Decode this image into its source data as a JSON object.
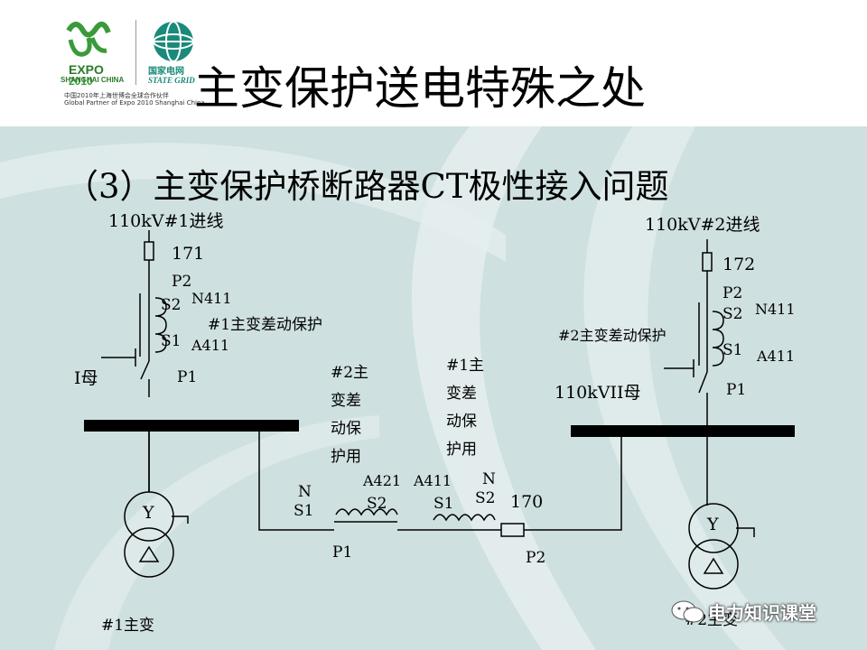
{
  "header": {
    "title": "主变保护送电特殊之处",
    "expo_text_1": "EXPO",
    "expo_text_2": "2010",
    "expo_text_3": "SHANGHAI CHINA",
    "stategrid_cn": "国家电网",
    "stategrid_en": "STATE GRID",
    "tagline_cn": "中国2010年上海世博会全球合作伙伴",
    "tagline_en": "Global Partner of Expo 2010 Shanghai China"
  },
  "subtitle": "（3）主变保护桥断路器CT极性接入问题",
  "diagram": {
    "left": {
      "incoming_line": "110kV#1进线",
      "switch": "171",
      "p2": "P2",
      "s2": "S2",
      "n411": "N411",
      "protection": "#1主变差动保护",
      "s1": "S1",
      "a411": "A411",
      "bus": "I母",
      "p1": "P1",
      "transformer": "#1主变"
    },
    "right": {
      "incoming_line": "110kV#2进线",
      "switch": "172",
      "p2": "P2",
      "s2": "S2",
      "n411": "N411",
      "protection": "#2主变差动保护",
      "s1": "S1",
      "a411": "A411",
      "bus": "110kVII母",
      "p1": "P1",
      "transformer": "#2主变"
    },
    "bridge": {
      "prot2_lines": [
        "#2主",
        "变差",
        "动保",
        "护用"
      ],
      "prot1_lines": [
        "#1主",
        "变差",
        "动保",
        "护用"
      ],
      "n_left": "N",
      "s1_left": "S1",
      "a421": "A421",
      "s2_left": "S2",
      "a411": "A411",
      "s1_right": "S1",
      "n_right": "N",
      "s2_right": "S2",
      "breaker": "170",
      "p1": "P1",
      "p2": "P2"
    },
    "transformer_symbol": "Y"
  },
  "watermark": "电力知识课堂",
  "colors": {
    "content_bg": "#cfe0e0",
    "expo_green": "#3a9a3a",
    "stategrid_teal": "#1a8a7a"
  }
}
